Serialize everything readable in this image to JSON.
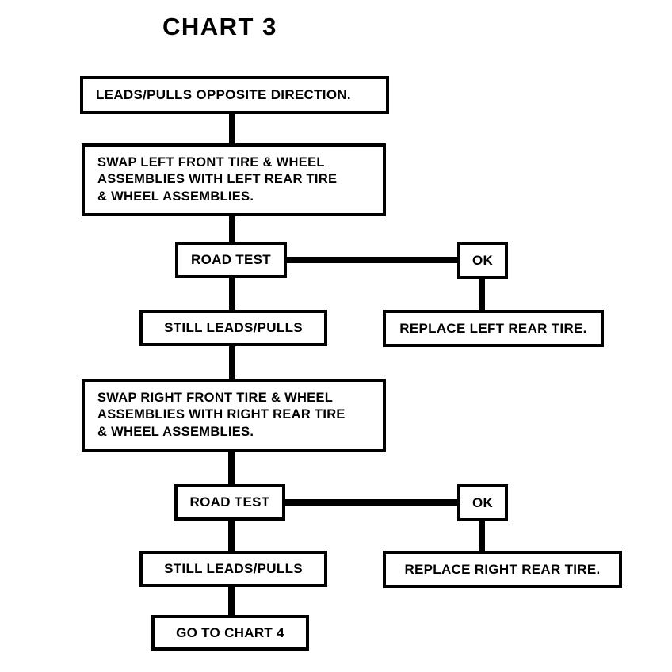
{
  "chart_data": {
    "type": "diagram",
    "title": "CHART 3",
    "nodes": [
      {
        "id": "n1",
        "lines": [
          "LEADS/PULLS OPPOSITE DIRECTION."
        ]
      },
      {
        "id": "n2",
        "lines": [
          "SWAP LEFT FRONT TIRE & WHEEL",
          "ASSEMBLIES WITH LEFT REAR TIRE",
          "& WHEEL ASSEMBLIES."
        ]
      },
      {
        "id": "n3",
        "lines": [
          "ROAD TEST"
        ]
      },
      {
        "id": "n4",
        "lines": [
          "OK"
        ]
      },
      {
        "id": "n5",
        "lines": [
          "STILL LEADS/PULLS"
        ]
      },
      {
        "id": "n6",
        "lines": [
          "REPLACE LEFT REAR TIRE."
        ]
      },
      {
        "id": "n7",
        "lines": [
          "SWAP RIGHT FRONT TIRE & WHEEL",
          "ASSEMBLIES WITH RIGHT REAR TIRE",
          "& WHEEL ASSEMBLIES."
        ]
      },
      {
        "id": "n8",
        "lines": [
          "ROAD TEST"
        ]
      },
      {
        "id": "n9",
        "lines": [
          "OK"
        ]
      },
      {
        "id": "n10",
        "lines": [
          "STILL LEADS/PULLS"
        ]
      },
      {
        "id": "n11",
        "lines": [
          "REPLACE RIGHT REAR TIRE."
        ]
      },
      {
        "id": "n12",
        "lines": [
          "GO TO CHART 4"
        ]
      }
    ],
    "edges": [
      {
        "from": "n1",
        "to": "n2"
      },
      {
        "from": "n2",
        "to": "n3"
      },
      {
        "from": "n3",
        "to": "n4"
      },
      {
        "from": "n3",
        "to": "n5"
      },
      {
        "from": "n4",
        "to": "n6"
      },
      {
        "from": "n5",
        "to": "n7"
      },
      {
        "from": "n7",
        "to": "n8"
      },
      {
        "from": "n8",
        "to": "n9"
      },
      {
        "from": "n8",
        "to": "n10"
      },
      {
        "from": "n9",
        "to": "n11"
      },
      {
        "from": "n10",
        "to": "n12"
      }
    ]
  },
  "title": "CHART 3",
  "boxes": {
    "leads_pulls_opposite": {
      "l1": "LEADS/PULLS OPPOSITE DIRECTION."
    },
    "swap_left": {
      "l1": "SWAP LEFT FRONT TIRE & WHEEL",
      "l2": "ASSEMBLIES WITH LEFT REAR TIRE",
      "l3": "& WHEEL ASSEMBLIES."
    },
    "road_test_1": {
      "l1": "ROAD TEST"
    },
    "ok_1": {
      "l1": "OK"
    },
    "still_leads_1": {
      "l1": "STILL LEADS/PULLS"
    },
    "replace_left_rear": {
      "l1": "REPLACE LEFT REAR TIRE."
    },
    "swap_right": {
      "l1": "SWAP RIGHT FRONT TIRE & WHEEL",
      "l2": "ASSEMBLIES WITH RIGHT REAR TIRE",
      "l3": "& WHEEL ASSEMBLIES."
    },
    "road_test_2": {
      "l1": "ROAD TEST"
    },
    "ok_2": {
      "l1": "OK"
    },
    "still_leads_2": {
      "l1": "STILL LEADS/PULLS"
    },
    "replace_right_rear": {
      "l1": "REPLACE RIGHT REAR TIRE."
    },
    "go_to_chart_4": {
      "l1": "GO TO CHART 4"
    }
  },
  "colors": {
    "ink": "#000000",
    "paper": "#ffffff"
  }
}
